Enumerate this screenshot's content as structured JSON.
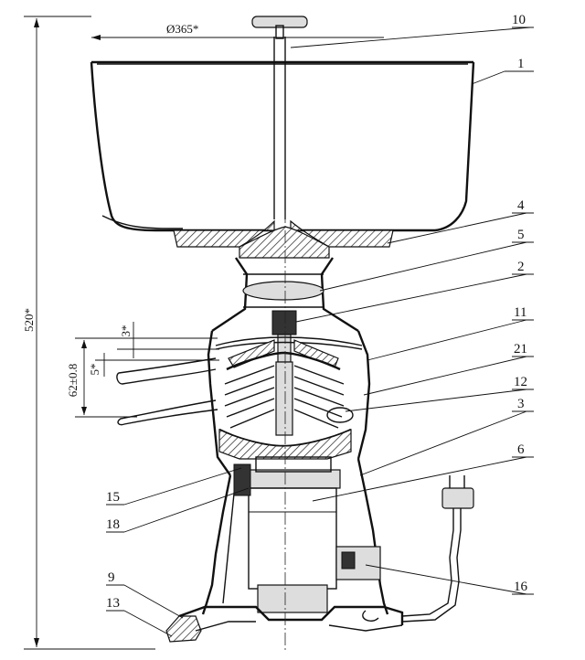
{
  "dimensions": {
    "bowl_diameter": "Ø365*",
    "total_height": "520*",
    "spout_range": "62±0.8",
    "dim_small_1": "3*",
    "dim_small_2": "5*"
  },
  "callouts": {
    "c1": "1",
    "c2": "2",
    "c3": "3",
    "c4": "4",
    "c5": "5",
    "c6": "6",
    "c9": "9",
    "c10": "10",
    "c11": "11",
    "c12": "12",
    "c13": "13",
    "c15": "15",
    "c16": "16",
    "c18": "18",
    "c21": "21"
  }
}
